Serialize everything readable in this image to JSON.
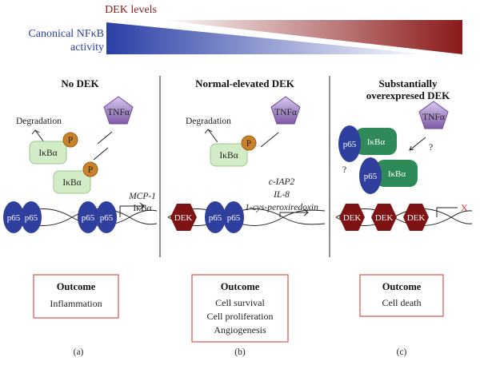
{
  "legend": {
    "dek_levels": "DEK levels",
    "nfkb_line1": "Canonical NFκB",
    "nfkb_line2": "activity",
    "dek_color": "#8b1a1a",
    "nfkb_color": "#2b3fa6"
  },
  "panels": [
    {
      "title_line1": "No DEK",
      "title_line2": "",
      "degradation": "Degradation",
      "tnfa": "TNFα",
      "ikba": "IκBα",
      "phospho": "P",
      "p65": "p65",
      "genes": [
        "MCP-1",
        "IκBα"
      ],
      "outcome_title": "Outcome",
      "outcomes": [
        "Inflammation"
      ],
      "caption": "(a)"
    },
    {
      "title_line1": "Normal-elevated DEK",
      "title_line2": "",
      "degradation": "Degradation",
      "tnfa": "TNFα",
      "ikba": "IκBα",
      "phospho": "P",
      "p65": "p65",
      "dek": "DEK",
      "genes": [
        "c-IAP2",
        "IL-8",
        "1-cys-peroxiredoxin"
      ],
      "outcome_title": "Outcome",
      "outcomes": [
        "Cell survival",
        "Cell proliferation",
        "Angiogenesis"
      ],
      "caption": "(b)"
    },
    {
      "title_line1": "Substantially",
      "title_line2": "overexpresed DEK",
      "tnfa": "TNFα",
      "ikba": "IκBα",
      "p65": "p65",
      "dek": "DEK",
      "question": "?",
      "block_mark": "X",
      "outcome_title": "Outcome",
      "outcomes": [
        "Cell death"
      ],
      "caption": "(c)"
    }
  ]
}
